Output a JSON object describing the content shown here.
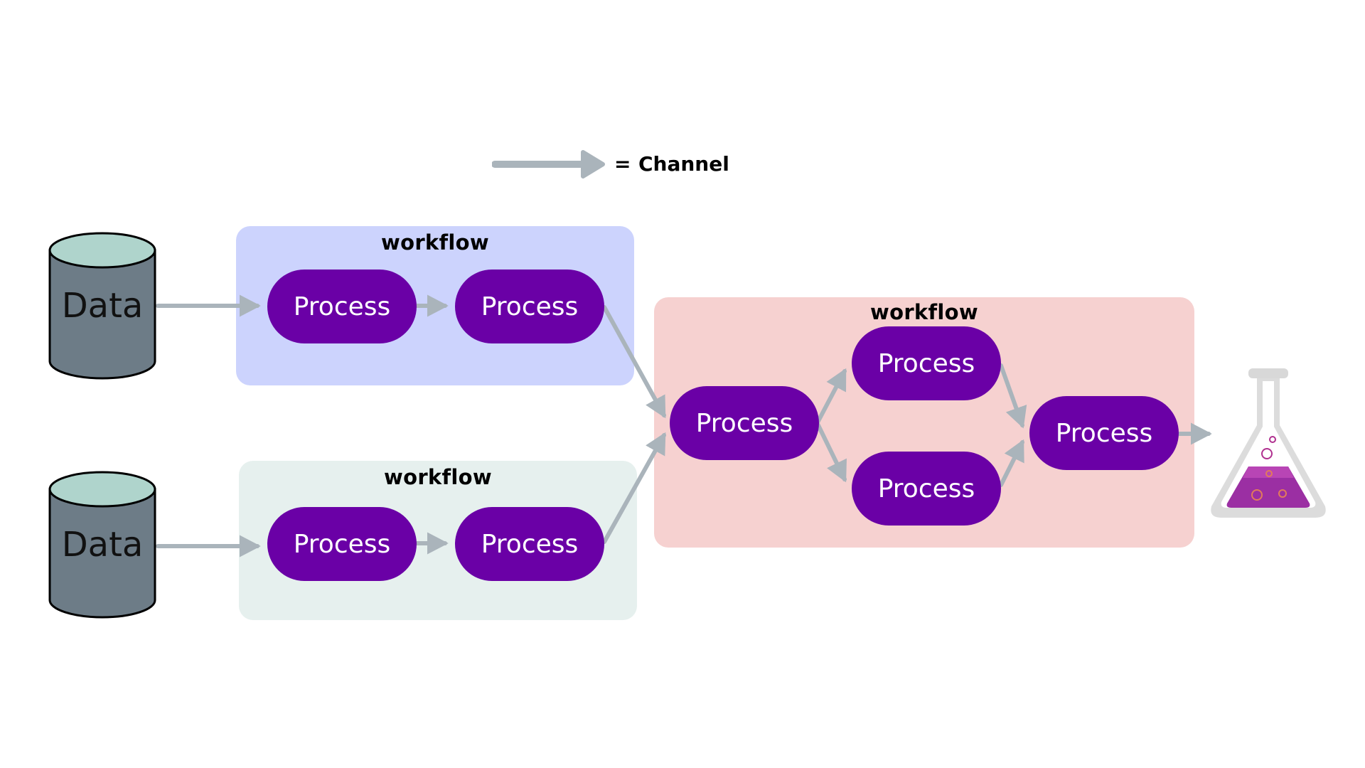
{
  "legend": {
    "equals": "=",
    "label": "Channel",
    "icon": "arrow-icon",
    "arrow_color": "#aab4bb"
  },
  "colors": {
    "process_fill": "#6a00a6",
    "process_text": "#ffffff",
    "workflow_blue": "#ccd3fd",
    "workflow_green": "#e6f0ee",
    "workflow_pink": "#f6d1d0",
    "db_body": "#6d7c87",
    "db_top": "#afd4cc",
    "channel": "#aab4bb"
  },
  "data_sources": [
    {
      "label": "Data",
      "icon": "database-icon"
    },
    {
      "label": "Data",
      "icon": "database-icon"
    }
  ],
  "workflows": [
    {
      "title": "workflow",
      "processes": [
        "Process",
        "Process"
      ]
    },
    {
      "title": "workflow",
      "processes": [
        "Process",
        "Process"
      ]
    },
    {
      "title": "workflow",
      "processes": [
        "Process",
        "Process",
        "Process",
        "Process"
      ]
    }
  ],
  "output": {
    "icon": "flask-icon"
  }
}
